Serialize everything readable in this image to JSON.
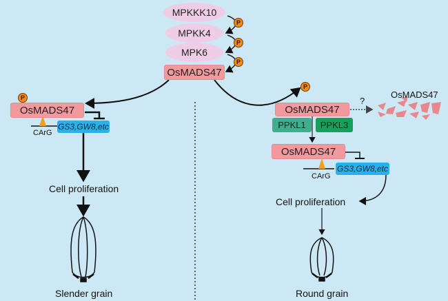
{
  "cascade": {
    "kinases": [
      "MPKKK10",
      "MPKK4",
      "MPK6"
    ],
    "target": "OsMADS47",
    "phospho_label": "P"
  },
  "left_panel": {
    "protein": "OsMADS47",
    "phospho_label": "P",
    "motif": "CArG",
    "genes": "GS3,GW8,etc",
    "process": "Cell proliferation",
    "outcome": "Slender grain"
  },
  "right_panel": {
    "phospho_label": "P",
    "protein": "OsMADS47",
    "degradation_question": "?",
    "degraded_label": "OsMADS47",
    "phosphatases": [
      "PPKL1",
      "PPKL3"
    ],
    "dephospho_protein": "OsMADS47",
    "motif": "CArG",
    "genes": "GS3,GW8,etc",
    "process": "Cell proliferation",
    "outcome": "Round grain"
  },
  "colors": {
    "background": "#cde8f5",
    "kinase": "#f0cde6",
    "osmads47": "#f2999e",
    "gene_box": "#29b1e8",
    "ppkl1": "#3fae8c",
    "ppkl3": "#17a05a",
    "phosphate": "#f08a1c",
    "carg": "#f0a020"
  }
}
